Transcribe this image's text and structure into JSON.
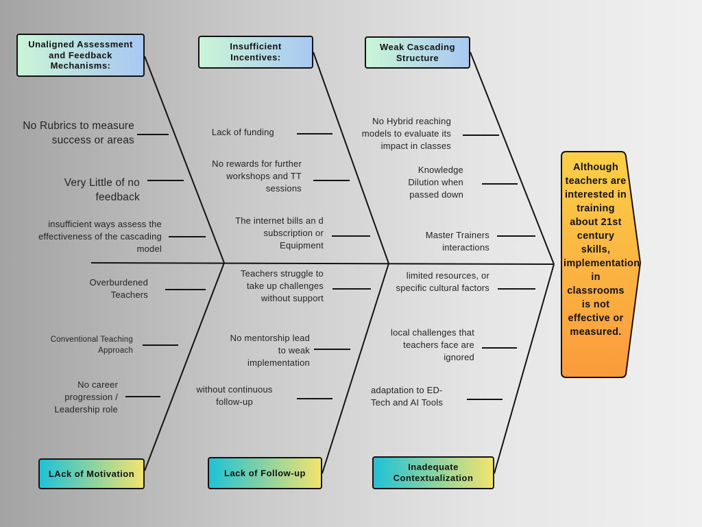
{
  "effect": "Although teachers are interested in training about 21st century skills, implementation in classrooms is not effective or measured.",
  "categories": {
    "assessment": "Unaligned Assessment and Feedback Mechanisms:",
    "incentives": "Insufficient Incentives:",
    "cascading": "Weak Cascading Structure",
    "motivation": "LAck of Motivation",
    "followup": "Lack of Follow-up",
    "contextualization": "Inadequate Contextualization"
  },
  "causes": {
    "assessment": [
      "No Rubrics to measure success or areas",
      "Very Little of no feedback",
      "insufficient ways assess the effectiveness of the cascading model"
    ],
    "incentives": [
      "Lack of funding",
      "No rewards for further workshops and TT sessions",
      "The internet bills an d subscription or Equipment"
    ],
    "cascading": [
      "No Hybrid reaching models to evaluate its impact in classes",
      "Knowledge Dilution when passed down",
      "Master Trainers interactions"
    ],
    "motivation": [
      "Overburdened Teachers",
      "Conventional Teaching Approach",
      "No career progression / Leadership role"
    ],
    "followup": [
      "Teachers struggle to take up challenges without support",
      "No mentorship lead to weak implementation",
      "without continuous follow-up"
    ],
    "contextualization": [
      "limited resources, or specific cultural factors",
      "local challenges that teachers face are ignored",
      "adaptation to ED-Tech and AI Tools"
    ]
  },
  "colors": {
    "line": "#111111",
    "effect_fill_top": "#fbd046",
    "effect_fill_bottom": "#fb9a3c",
    "top_box_start": "#c9f5d6",
    "top_box_end": "#a8c8f2",
    "bottom_box_start": "#1fc2d6",
    "bottom_box_end": "#f2e46c"
  }
}
